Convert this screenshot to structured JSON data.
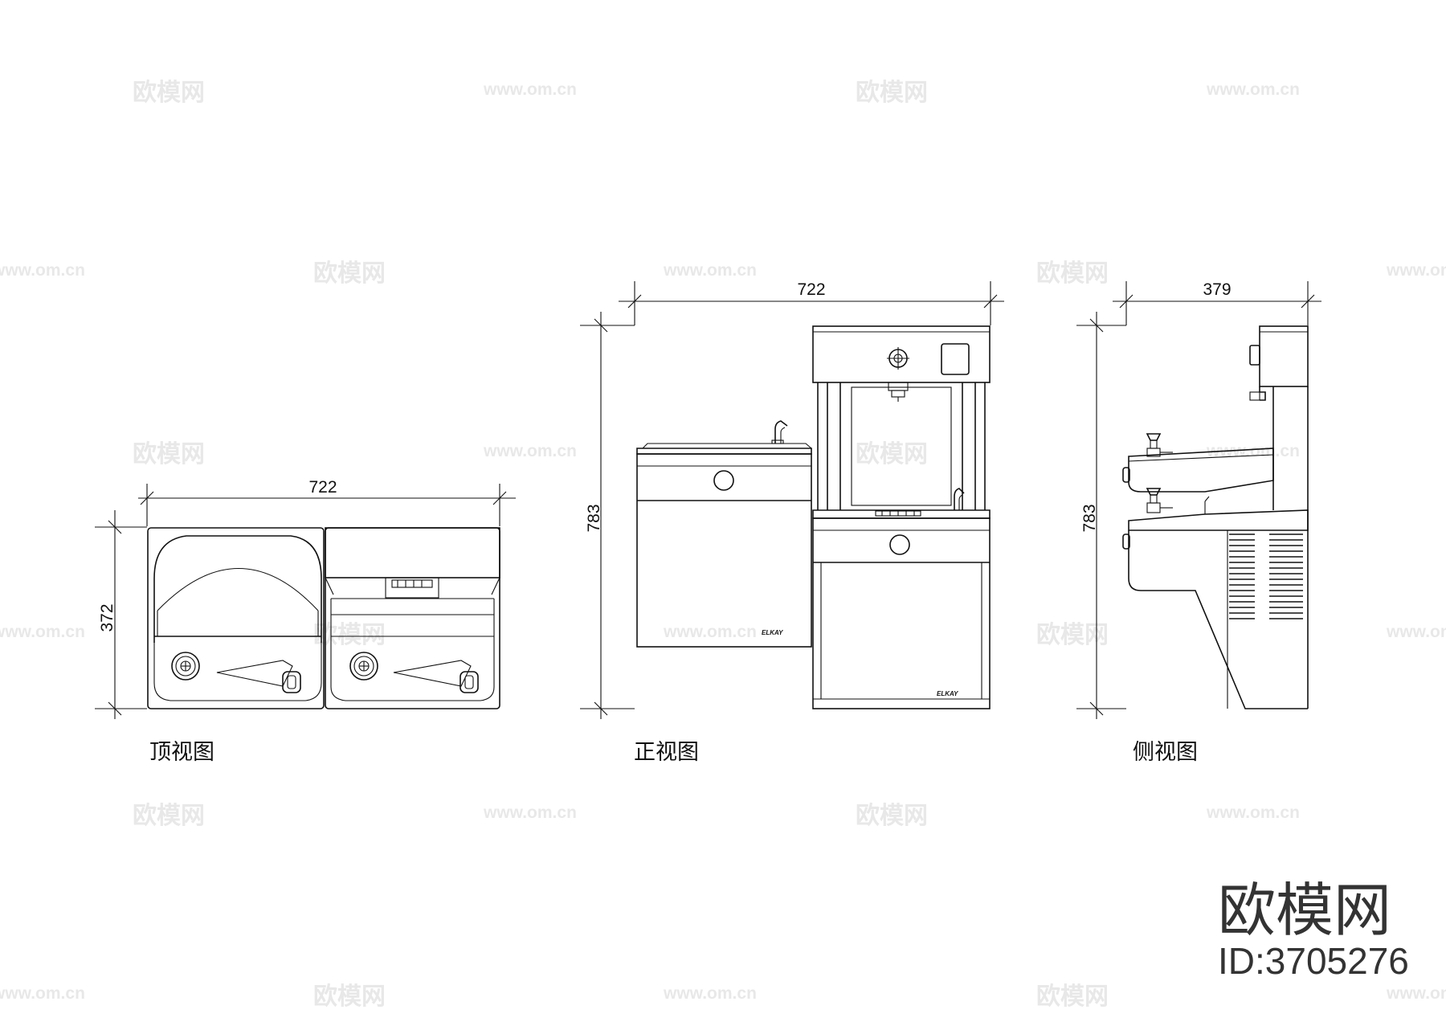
{
  "watermarks": {
    "logo_text": "欧模网",
    "url_text": "www.om.cn"
  },
  "top_view": {
    "caption": "顶视图",
    "width_dim": "722",
    "depth_dim": "372"
  },
  "front_view": {
    "caption": "正视图",
    "width_dim": "722",
    "height_dim": "783",
    "brand_left": "ELKAY",
    "brand_right": "ELKAY"
  },
  "side_view": {
    "caption": "侧视图",
    "depth_dim": "379",
    "height_dim": "783"
  },
  "site_mark": {
    "logo": "欧模网",
    "id": "ID:3705276"
  }
}
